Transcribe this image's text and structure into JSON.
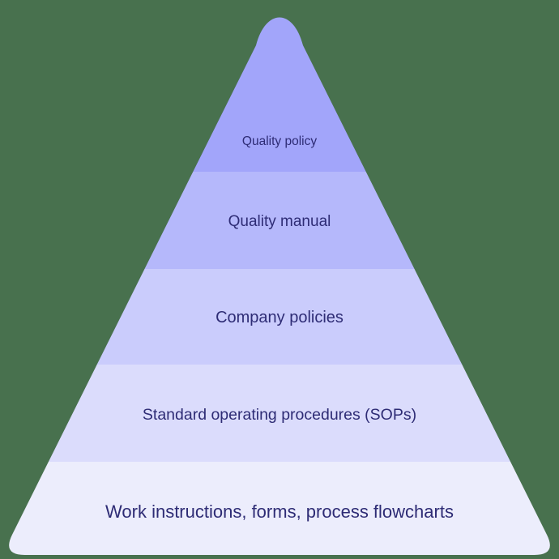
{
  "diagram": {
    "type": "pyramid",
    "levels": [
      {
        "label": "Quality policy",
        "color": "#a2a5fa"
      },
      {
        "label": "Quality manual",
        "color": "#b5b8fb"
      },
      {
        "label": "Company policies",
        "color": "#caccfc"
      },
      {
        "label": "Standard operating procedures (SOPs)",
        "color": "#dbdcfc"
      },
      {
        "label": "Work instructions, forms, process flowcharts",
        "color": "#ecedfc"
      }
    ],
    "colors": {
      "background": "#48714e",
      "label_text": "#2e2c75"
    }
  }
}
